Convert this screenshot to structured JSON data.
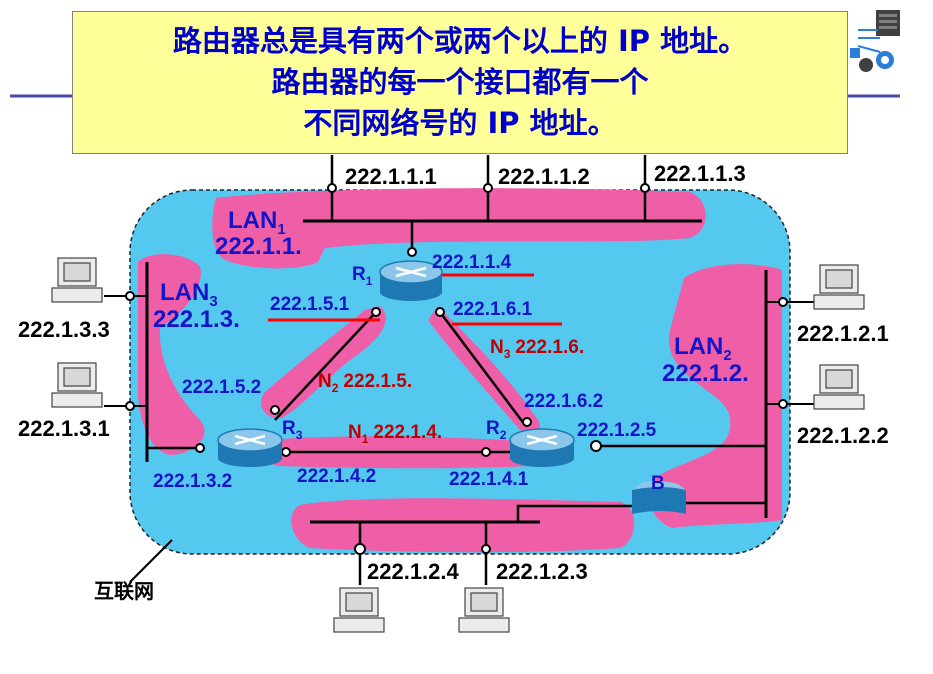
{
  "callout": {
    "line1": "路由器总是具有两个或两个以上的 IP 地址。",
    "line2": "路由器的每一个接口都有一个",
    "line3": "不同网络号的 IP 地址。"
  },
  "internet_label": "互联网",
  "lans": {
    "lan1": {
      "name": "LAN",
      "sub": "1",
      "net": "222.1.1."
    },
    "lan2": {
      "name": "LAN",
      "sub": "2",
      "net": "222.1.2."
    },
    "lan3": {
      "name": "LAN",
      "sub": "3",
      "net": "222.1.3."
    }
  },
  "links": {
    "n1": {
      "name": "N",
      "sub": "1",
      "net": "222.1.4."
    },
    "n2": {
      "name": "N",
      "sub": "2",
      "net": "222.1.5."
    },
    "n3": {
      "name": "N",
      "sub": "3",
      "net": "222.1.6."
    }
  },
  "routers": {
    "r1": {
      "name": "R",
      "sub": "1"
    },
    "r2": {
      "name": "R",
      "sub": "2"
    },
    "r3": {
      "name": "R",
      "sub": "3"
    }
  },
  "bridge_label": "B",
  "host_ips": {
    "h111": "222.1.1.1",
    "h112": "222.1.1.2",
    "h113": "222.1.1.3",
    "h121": "222.1.2.1",
    "h122": "222.1.2.2",
    "h123": "222.1.2.3",
    "h124": "222.1.2.4",
    "h133": "222.1.3.3",
    "h131": "222.1.3.1"
  },
  "interface_ips": {
    "r1_lan1": "222.1.1.4",
    "r1_n2": "222.1.5.1",
    "r1_n3": "222.1.6.1",
    "r2_n3": "222.1.6.2",
    "r2_lan2": "222.1.2.5",
    "r2_n1": "222.1.4.1",
    "r3_n2": "222.1.5.2",
    "r3_lan3": "222.1.3.2",
    "r3_n1": "222.1.4.2"
  },
  "colors": {
    "cloud": "#55c8f0",
    "lan_fill": "#ee5fa7",
    "callout_bg": "#ffff99",
    "blue_text": "#1515c8",
    "red_text": "#c00000",
    "underline": "#ff0000"
  }
}
